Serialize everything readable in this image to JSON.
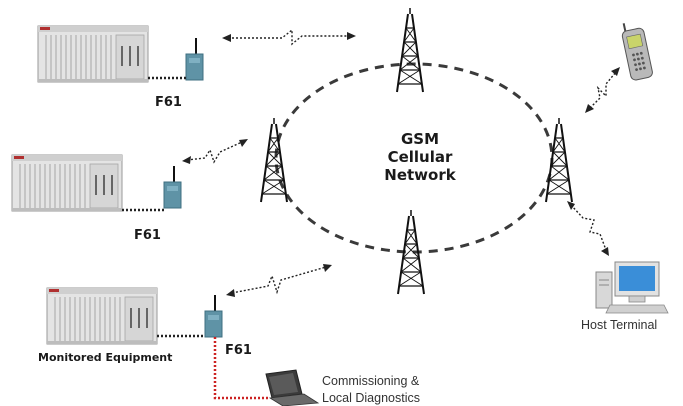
{
  "diagram": {
    "network_label": [
      "GSM",
      "Cellular",
      "Network"
    ],
    "modem_labels": [
      "F61",
      "F61",
      "F61"
    ],
    "monitored_equipment": "Monitored Equipment",
    "host_terminal": "Host Terminal",
    "commissioning_line1": "Commissioning &",
    "commissioning_line2": "Local Diagnostics"
  },
  "colors": {
    "ring": "#3a3a3a",
    "link_dotted": "#222222",
    "local_link": "#cc2222",
    "rack_body": "#e6e6e6",
    "modem": "#5f93a6"
  },
  "icons": [
    "tower-icon",
    "equipment-rack-icon",
    "gsm-modem-icon",
    "mobile-phone-icon",
    "host-computer-icon",
    "laptop-icon"
  ]
}
